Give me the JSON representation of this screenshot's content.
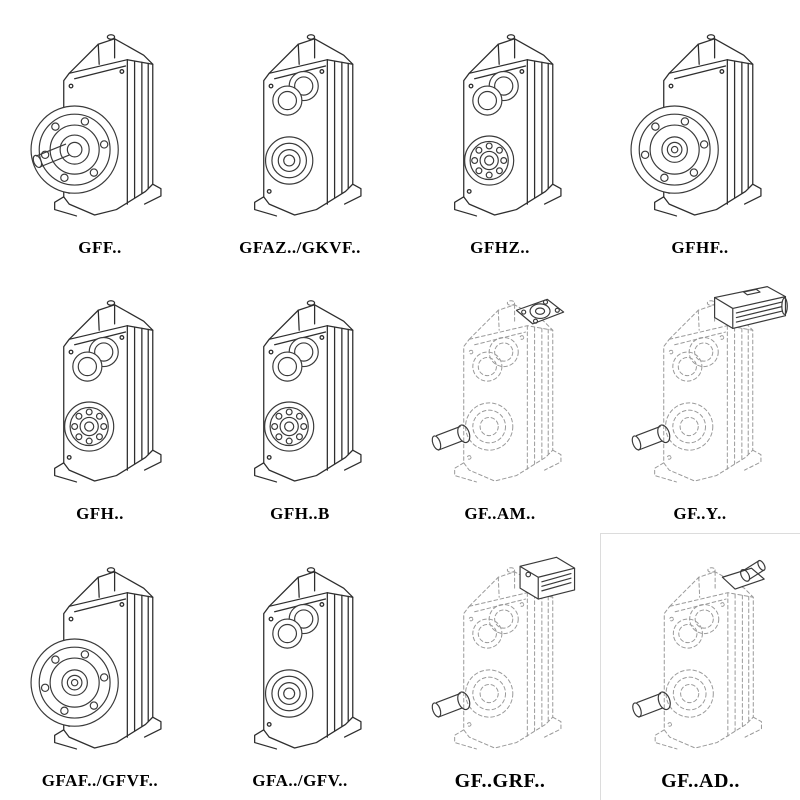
{
  "page": {
    "background": "#ffffff",
    "line_color": "#2e2e2e",
    "phantom_line_color": "#9a9a9a",
    "label_color": "#000000"
  },
  "catalog": {
    "items": [
      {
        "label": "GFF..",
        "drawing": "gearbox-flange-with-solid-shaft",
        "rendering": "solid"
      },
      {
        "label": "GFAZ../GKVF..",
        "drawing": "gearbox-shaft-mounted-output-rings",
        "rendering": "solid"
      },
      {
        "label": "GFHZ..",
        "drawing": "gearbox-shaft-mounted-bearing",
        "rendering": "solid"
      },
      {
        "label": "GFHF..",
        "drawing": "gearbox-flange-hollow-shaft",
        "rendering": "solid"
      },
      {
        "label": "GFH..",
        "drawing": "gearbox-shaft-mounted-bearing",
        "rendering": "solid"
      },
      {
        "label": "GFH..B",
        "drawing": "gearbox-shaft-mounted-bearing",
        "rendering": "solid"
      },
      {
        "label": "GF..AM..",
        "drawing": "gearbox-with-motor-adapter-flange",
        "rendering": "phantom"
      },
      {
        "label": "GF..Y..",
        "drawing": "gearbox-with-mounted-motor",
        "rendering": "phantom"
      },
      {
        "label": "GFAF../GFVF..",
        "drawing": "gearbox-flange-hollow-shaft",
        "rendering": "solid"
      },
      {
        "label": "GFA../GFV..",
        "drawing": "gearbox-shaft-mounted-output-rings",
        "rendering": "solid"
      },
      {
        "label": "GF..GRF..",
        "drawing": "gearbox-with-adapter-box",
        "rendering": "phantom"
      },
      {
        "label": "GF..AD..",
        "drawing": "gearbox-with-input-shaft-adapter",
        "rendering": "phantom"
      }
    ]
  }
}
